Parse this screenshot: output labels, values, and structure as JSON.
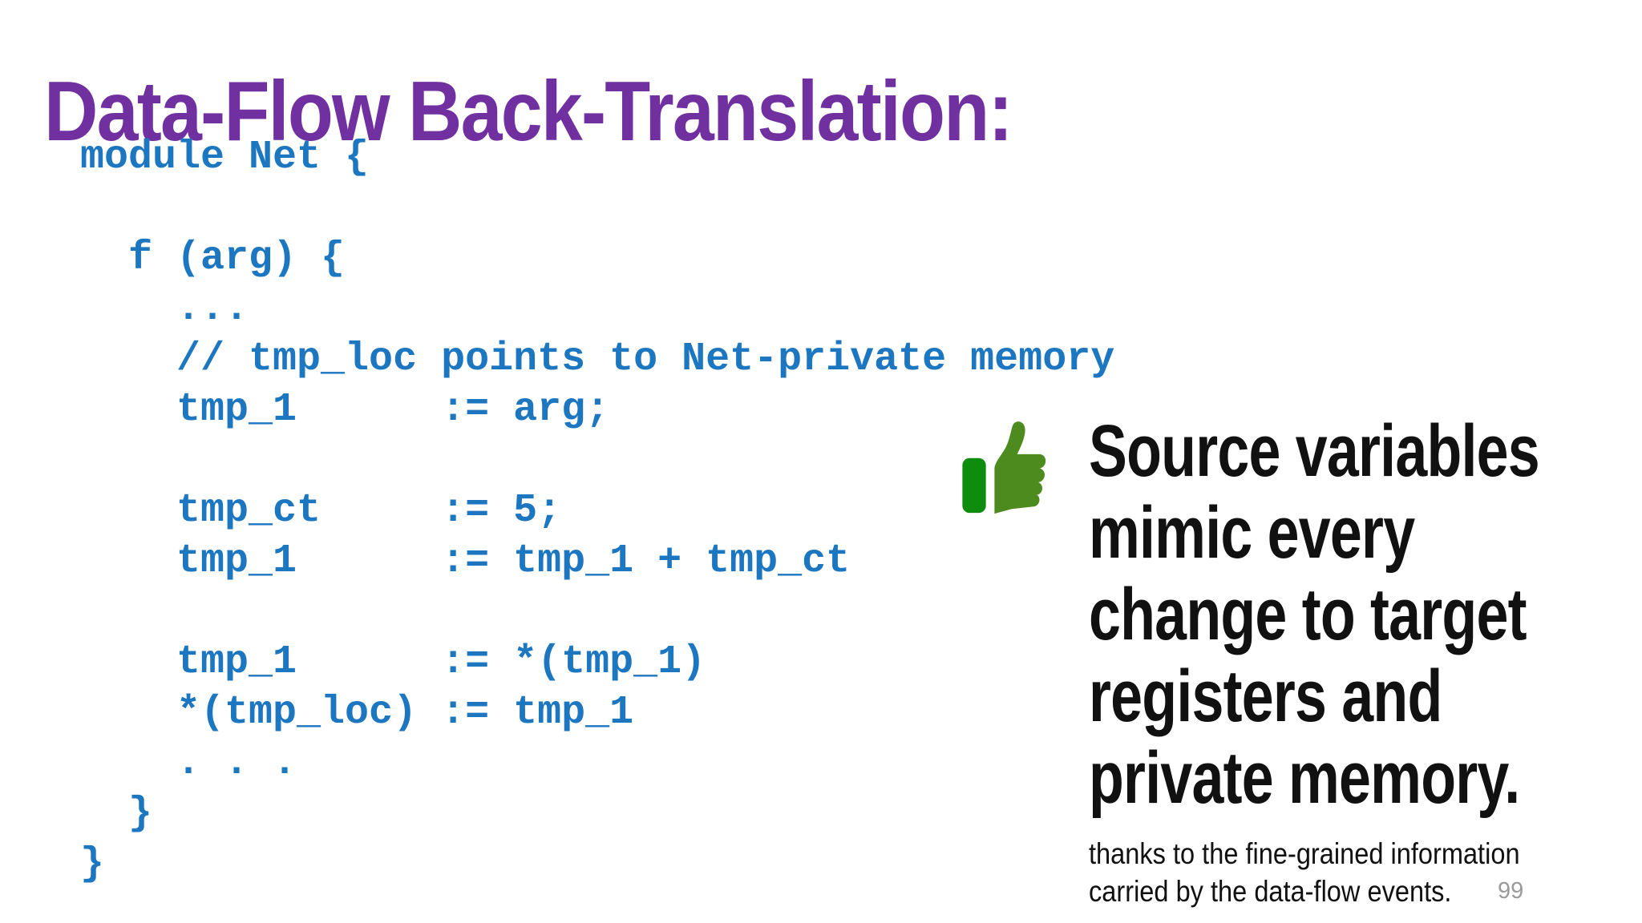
{
  "slide": {
    "title": "Data-Flow Back-Translation:",
    "code": "module Net {\n\n  f (arg) {\n    ...\n    // tmp_loc points to Net-private memory\n    tmp_1      := arg;\n\n    tmp_ct     := 5;\n    tmp_1      := tmp_1 + tmp_ct\n\n    tmp_1      := *(tmp_1)\n    *(tmp_loc) := tmp_1\n    . . .\n  }\n}",
    "callout": {
      "icon": "thumbs-up",
      "lines": [
        "Source variables",
        "mimic every",
        "change to target",
        "registers and",
        "private memory."
      ],
      "subtext_lines": [
        "thanks to the fine-grained information",
        "carried by the data-flow events."
      ]
    },
    "page_number": "99"
  },
  "theme": {
    "title_color": "#7030A0",
    "code_color": "#1C76C0",
    "text_color": "#111111",
    "muted_color": "#9A9A9A",
    "thumb_hand": "#4E8B1F",
    "thumb_cuff": "#0E8C0E"
  }
}
